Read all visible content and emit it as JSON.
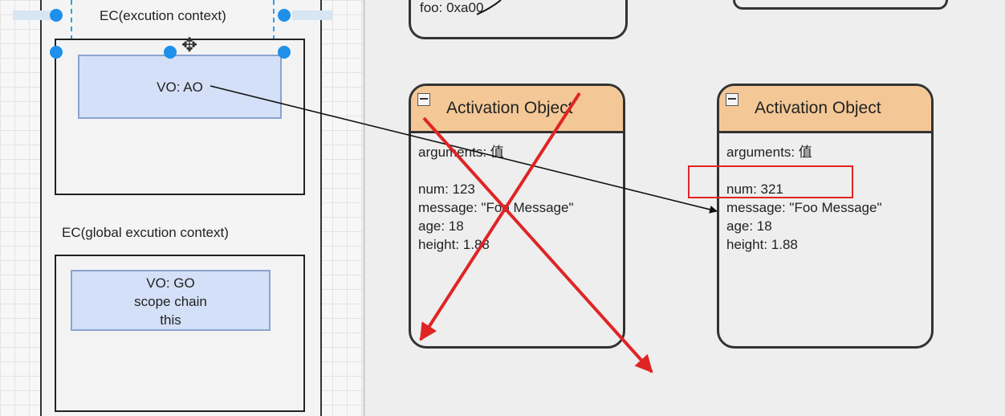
{
  "stack": {
    "ec_function_label": "EC(excution context)",
    "ec_function_vo": "VO: AO",
    "ec_global_label": "EC(global excution context)",
    "ec_global_vo_lines": [
      "VO: GO",
      "scope chain",
      "this"
    ]
  },
  "top_partial_card": {
    "text": "foo: 0xa00"
  },
  "activation_objects": [
    {
      "title": "Activation Object",
      "lines": [
        "arguments: 值",
        "",
        "num: 123",
        "message: \"Foo Message\"",
        "age: 18",
        "height: 1.88"
      ],
      "crossed_out": true
    },
    {
      "title": "Activation Object",
      "lines": [
        "arguments: 值",
        "",
        "num: 321",
        "message: \"Foo Message\"",
        "age: 18",
        "height: 1.88"
      ],
      "crossed_out": false
    }
  ],
  "colors": {
    "ao_header": "#f4c896",
    "vo_fill": "#d3e0f7",
    "annotation_red": "#e02424",
    "selection_blue": "#1e90ea"
  }
}
